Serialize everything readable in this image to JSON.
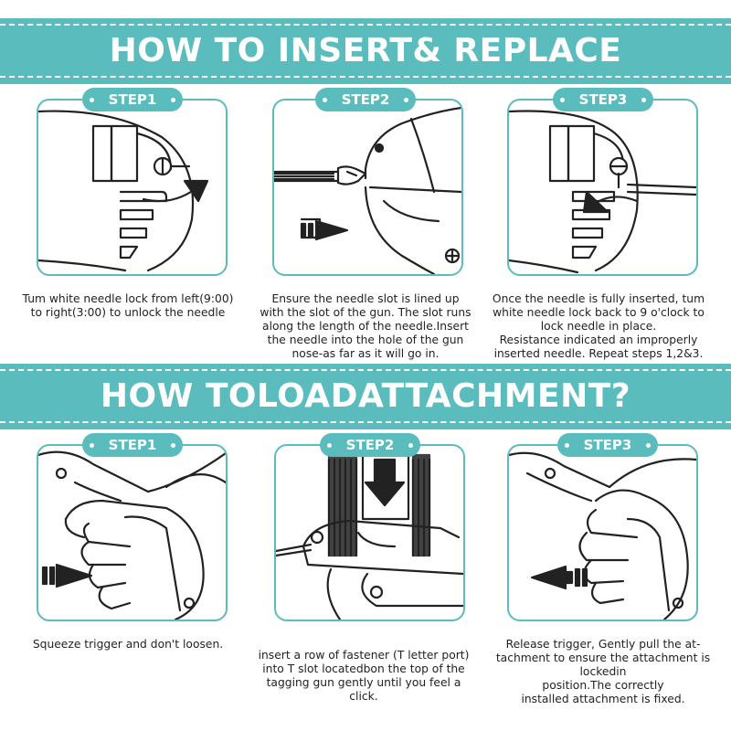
{
  "sections": [
    {
      "title": "HOW TO INSERT& REPLACE THENEEDLE?",
      "steps": [
        {
          "label": "STEP1",
          "caption": "Tum white needle lock from left(9:00)\nto right(3:00) to unlock the needle"
        },
        {
          "label": "STEP2",
          "caption": "Ensure the needle slot is lined up\nwith the slot of the gun. The slot runs\nalong the length of the needle.Insert\nthe needle into the hole of the gun\nnose-as far as it will go in."
        },
        {
          "label": "STEP3",
          "caption": "Once the needle is fully inserted, tum\nwhite needle lock back to 9 o'clock to\nlock needle in place.\nResistance indicated an improperly\ninserted needle. Repeat steps 1,2&3."
        }
      ]
    },
    {
      "title": "HOW TOLOADATTACHMENT?",
      "steps": [
        {
          "label": "STEP1",
          "caption": "Squeeze trigger and don't loosen."
        },
        {
          "label": "STEP2",
          "caption": "insert a row of fastener (T letter port)\ninto T slot locatedbon the top of the\ntagging gun gently until you feel a\nclick."
        },
        {
          "label": "STEP3",
          "caption": "Release trigger, Gently pull the at-\ntachment to ensure the attachment is\nlockedin\nposition.The correctly\ninstalled attachment is fixed."
        }
      ]
    }
  ],
  "colors": {
    "accent": "#5bbcbd",
    "text": "#222222",
    "background": "#ffffff"
  },
  "icons": [
    "needle-lock-icon",
    "right-arrow-icon",
    "left-arrow-icon",
    "down-arrow-icon",
    "hand-icon",
    "tagging-gun-icon"
  ]
}
